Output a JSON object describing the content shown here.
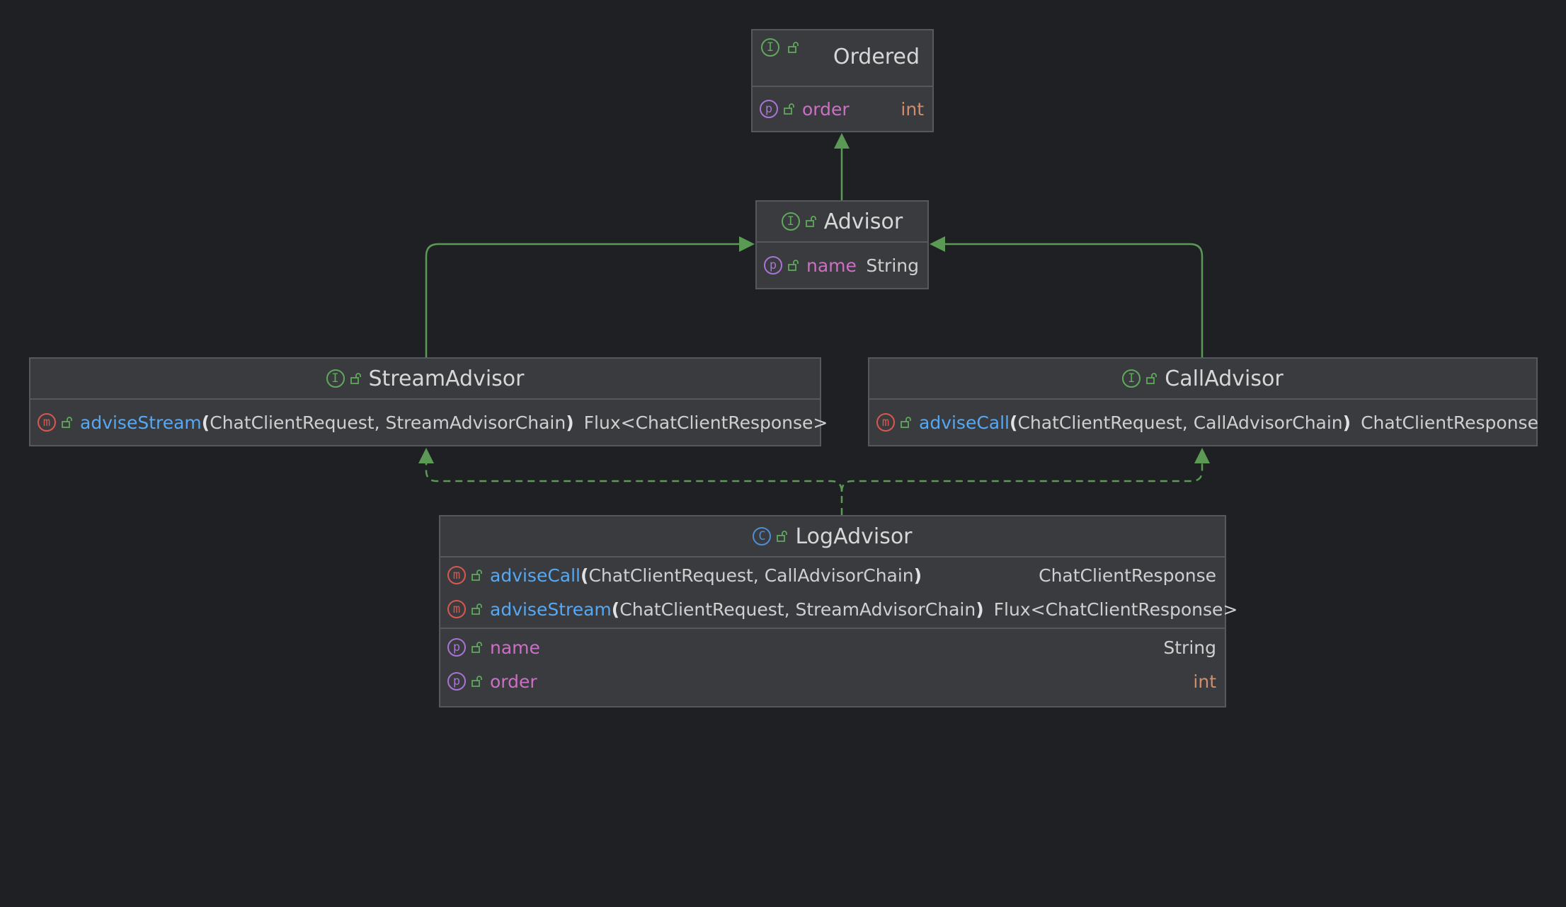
{
  "colors": {
    "background": "#1f2023",
    "node_fill": "#393b3f",
    "node_border": "#55585e",
    "edge": "#5a9a55",
    "interface_badge": "#5fa85c",
    "class_badge": "#4e8ed4",
    "method_badge": "#d9574f",
    "property_badge": "#a974d6",
    "method_name": "#56a8f5",
    "property_name": "#cd6fc4",
    "int_type": "#cf8e6d"
  },
  "icons": {
    "interface": "interface-icon",
    "class": "class-icon",
    "method": "method-icon",
    "property": "property-icon",
    "visibility": "unlock-icon"
  },
  "badges": {
    "interface": "I",
    "class": "C",
    "method": "m",
    "property": "p"
  },
  "nodes": {
    "ordered": {
      "title": "Ordered",
      "props": [
        {
          "name": "order",
          "type": "int"
        }
      ]
    },
    "advisor": {
      "title": "Advisor",
      "props": [
        {
          "name": "name",
          "type": "String"
        }
      ]
    },
    "stream_advisor": {
      "title": "StreamAdvisor",
      "methods": [
        {
          "name": "adviseStream",
          "open": "(",
          "params": "ChatClientRequest, StreamAdvisorChain",
          "close": ")",
          "type": "Flux<ChatClientResponse>"
        }
      ]
    },
    "call_advisor": {
      "title": "CallAdvisor",
      "methods": [
        {
          "name": "adviseCall",
          "open": "(",
          "params": "ChatClientRequest, CallAdvisorChain",
          "close": ")",
          "type": "ChatClientResponse"
        }
      ]
    },
    "log_advisor": {
      "title": "LogAdvisor",
      "methods": [
        {
          "name": "adviseCall",
          "open": "(",
          "params": "ChatClientRequest, CallAdvisorChain",
          "close": ")",
          "type": "ChatClientResponse"
        },
        {
          "name": "adviseStream",
          "open": "(",
          "params": "ChatClientRequest, StreamAdvisorChain",
          "close": ")",
          "type": "Flux<ChatClientResponse>"
        }
      ],
      "props": [
        {
          "name": "name",
          "type": "String"
        },
        {
          "name": "order",
          "type": "int"
        }
      ]
    }
  },
  "edges": [
    {
      "from": "Advisor",
      "to": "Ordered",
      "kind": "extends"
    },
    {
      "from": "StreamAdvisor",
      "to": "Advisor",
      "kind": "extends"
    },
    {
      "from": "CallAdvisor",
      "to": "Advisor",
      "kind": "extends"
    },
    {
      "from": "LogAdvisor",
      "to": "StreamAdvisor",
      "kind": "implements"
    },
    {
      "from": "LogAdvisor",
      "to": "CallAdvisor",
      "kind": "implements"
    }
  ]
}
